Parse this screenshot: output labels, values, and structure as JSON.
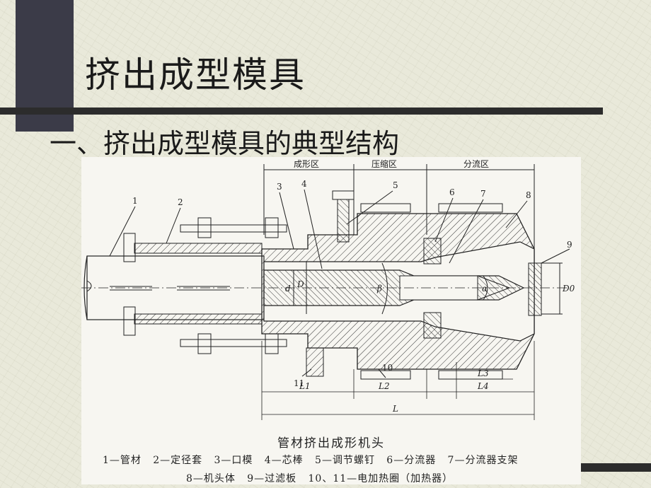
{
  "slide": {
    "title": "挤出成型模具",
    "subtitle": "一、挤出成型模具的典型结构"
  },
  "figure": {
    "zones": [
      "成形区",
      "压缩区",
      "分流区"
    ],
    "part_numbers": [
      "1",
      "2",
      "3",
      "4",
      "5",
      "6",
      "7",
      "8",
      "9",
      "10",
      "11"
    ],
    "symbols": {
      "d": "d",
      "D": "D",
      "beta": "β",
      "alpha": "α",
      "D0": "D0",
      "L1": "L1",
      "L2": "L2",
      "L3": "L3",
      "L4": "L4",
      "L": "L"
    },
    "caption": "管材挤出成形机头",
    "legend_line1": "1—管材   2—定径套   3—口模   4—芯棒   5—调节螺钉   6—分流器   7—分流器支架",
    "legend_line2": "8—机头体   9—过滤板   10、11—电加热圈（加热器）"
  },
  "colors": {
    "background": "#e9e9da",
    "side_block": "#3b3b48",
    "rule": "#2c2c2c",
    "figure_bg": "#f7f6f1"
  }
}
